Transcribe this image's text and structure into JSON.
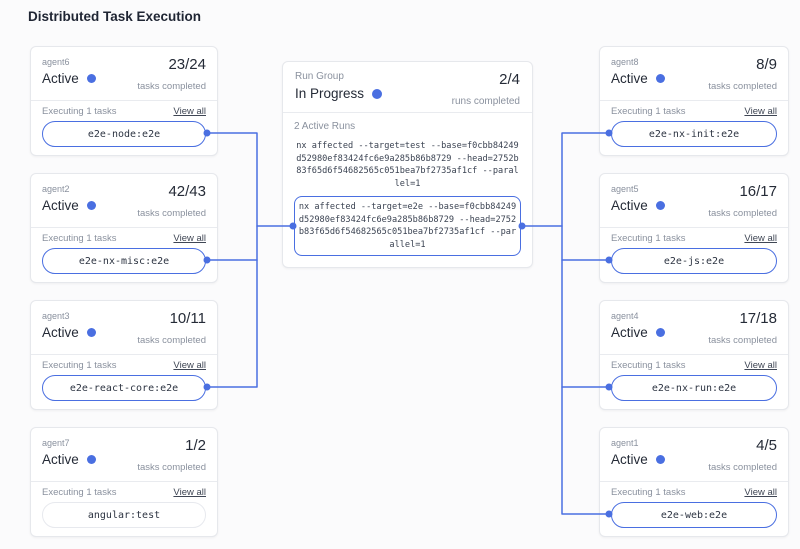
{
  "page": {
    "title": "Distributed Task Execution"
  },
  "colors": {
    "accent_blue": "#4a6fe1",
    "text_dark": "#252b37",
    "text_gray": "#8a919e",
    "card_border": "#e6e8ec",
    "code_text": "#3b4352"
  },
  "card_strings": {
    "status": "Active",
    "tasks_caption": "tasks completed",
    "executing_label": "Executing 1 tasks",
    "view_all": "View all"
  },
  "run_group": {
    "label": "Run Group",
    "status": "In Progress",
    "progress": "2/4",
    "caption": "runs completed",
    "active_runs_label": "2 Active Runs",
    "commands": [
      "nx affected --target=test --base=f0cbb84249d52980ef83424fc6e9a285b86b8729 --head=2752b83f65d6f54682565c051bea7bf2735af1cf --parallel=1",
      "nx affected --target=e2e --base=f0cbb84249d52980ef83424fc6e9a285b86b8729 --head=2752b83f65d6f54682565c051bea7bf2735af1cf --parallel=1"
    ]
  },
  "agents_left": [
    {
      "name": "agent6",
      "progress": "23/24",
      "task": "e2e-node:e2e",
      "connected": true
    },
    {
      "name": "agent2",
      "progress": "42/43",
      "task": "e2e-nx-misc:e2e",
      "connected": true
    },
    {
      "name": "agent3",
      "progress": "10/11",
      "task": "e2e-react-core:e2e",
      "connected": true
    },
    {
      "name": "agent7",
      "progress": "1/2",
      "task": "angular:test",
      "connected": false
    }
  ],
  "agents_right": [
    {
      "name": "agent8",
      "progress": "8/9",
      "task": "e2e-nx-init:e2e",
      "connected": true
    },
    {
      "name": "agent5",
      "progress": "16/17",
      "task": "e2e-js:e2e",
      "connected": true
    },
    {
      "name": "agent4",
      "progress": "17/18",
      "task": "e2e-nx-run:e2e",
      "connected": true
    },
    {
      "name": "agent1",
      "progress": "4/5",
      "task": "e2e-web:e2e",
      "connected": true
    }
  ]
}
